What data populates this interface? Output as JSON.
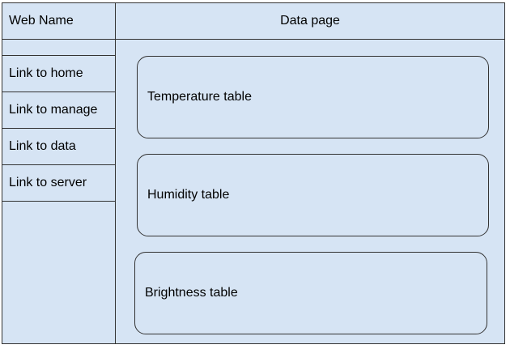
{
  "header": {
    "brand": "Web Name",
    "title": "Data page"
  },
  "sidebar": {
    "items": [
      {
        "label": "Link to home"
      },
      {
        "label": "Link to manage"
      },
      {
        "label": "Link to data"
      },
      {
        "label": "Link to server"
      }
    ]
  },
  "main": {
    "tables": [
      {
        "label": "Temperature table"
      },
      {
        "label": "Humidity table"
      },
      {
        "label": "Brightness table"
      }
    ]
  },
  "colors": {
    "panel_fill": "#d6e4f4",
    "border": "#333333"
  }
}
